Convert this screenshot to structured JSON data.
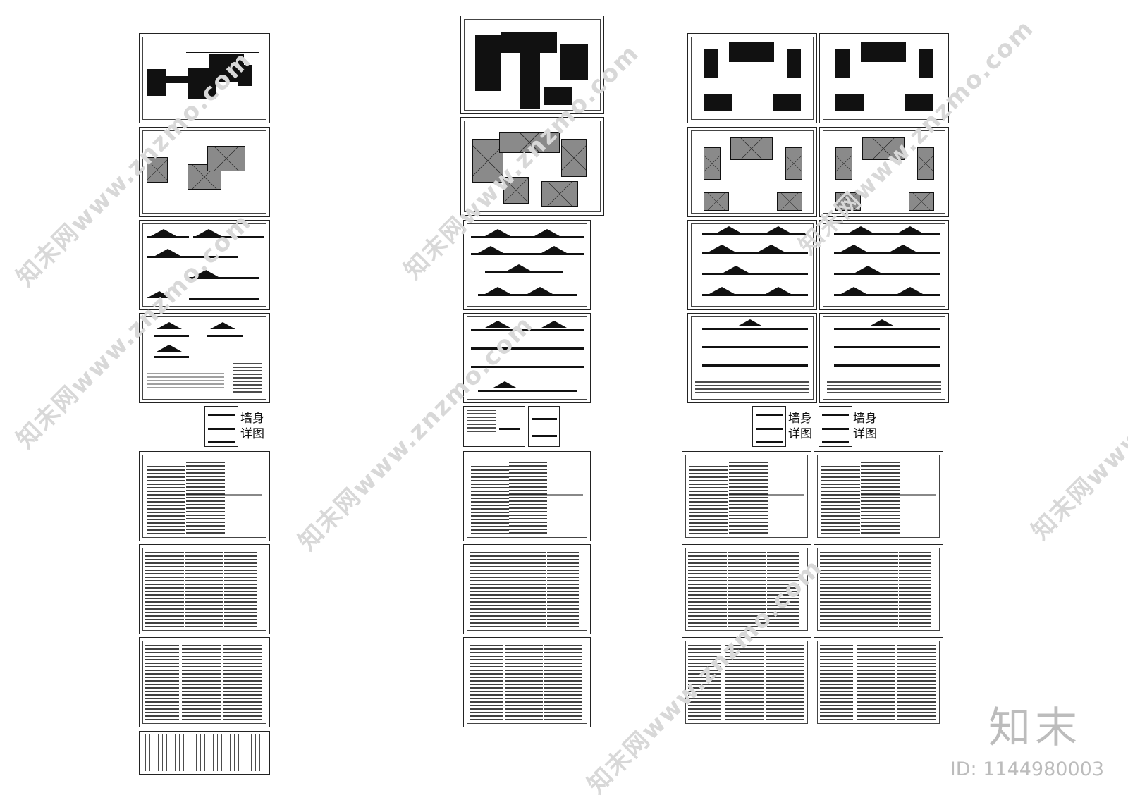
{
  "watermark": {
    "site_text": "知末网www.znzmo.com",
    "brand_logo": "知末",
    "id_text": "ID: 1144980003"
  },
  "labels": {
    "wall_detail_1": "墙身\n详图",
    "wall_detail_2": "墙身\n详图",
    "wall_detail_3": "墙身\n详图"
  }
}
